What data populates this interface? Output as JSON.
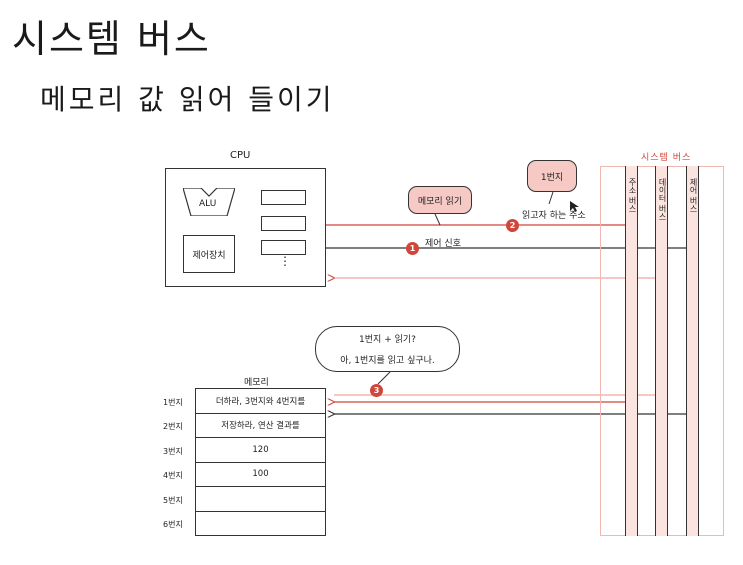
{
  "title": "시스템 버스",
  "subtitle": "메모리 값 읽어 들이기",
  "cpu": {
    "label": "CPU",
    "alu_label": "ALU",
    "control_unit_label": "제어장치",
    "register_ellipsis": "⋮"
  },
  "bubbles": {
    "memory_read": "메모리 읽기",
    "address_1": "1번지"
  },
  "labels": {
    "control_signal": "제어 신호",
    "read_address": "읽고자 하는 주소"
  },
  "badges": [
    "1",
    "2",
    "3"
  ],
  "system_bus": {
    "title": "시스템 버스",
    "buses": [
      "주소 버스",
      "데이터 버스",
      "제어 버스"
    ]
  },
  "memory": {
    "label": "메모리",
    "rows": [
      {
        "address": "1번지",
        "content": "더하라, 3번지와 4번지를"
      },
      {
        "address": "2번지",
        "content": "저장하라, 연산 결과를"
      },
      {
        "address": "3번지",
        "content": "120"
      },
      {
        "address": "4번지",
        "content": "100"
      },
      {
        "address": "5번지",
        "content": ""
      },
      {
        "address": "6번지",
        "content": ""
      }
    ]
  },
  "speech": {
    "line1": "1번지 + 읽기?",
    "line2": "아, 1번지를 읽고 싶구나."
  },
  "colors": {
    "accent": "#d0463b",
    "bus_fill": "#fbe3e0",
    "bubble_fill": "#f6c9c4",
    "sysbus_border": "#f0b8b0"
  }
}
